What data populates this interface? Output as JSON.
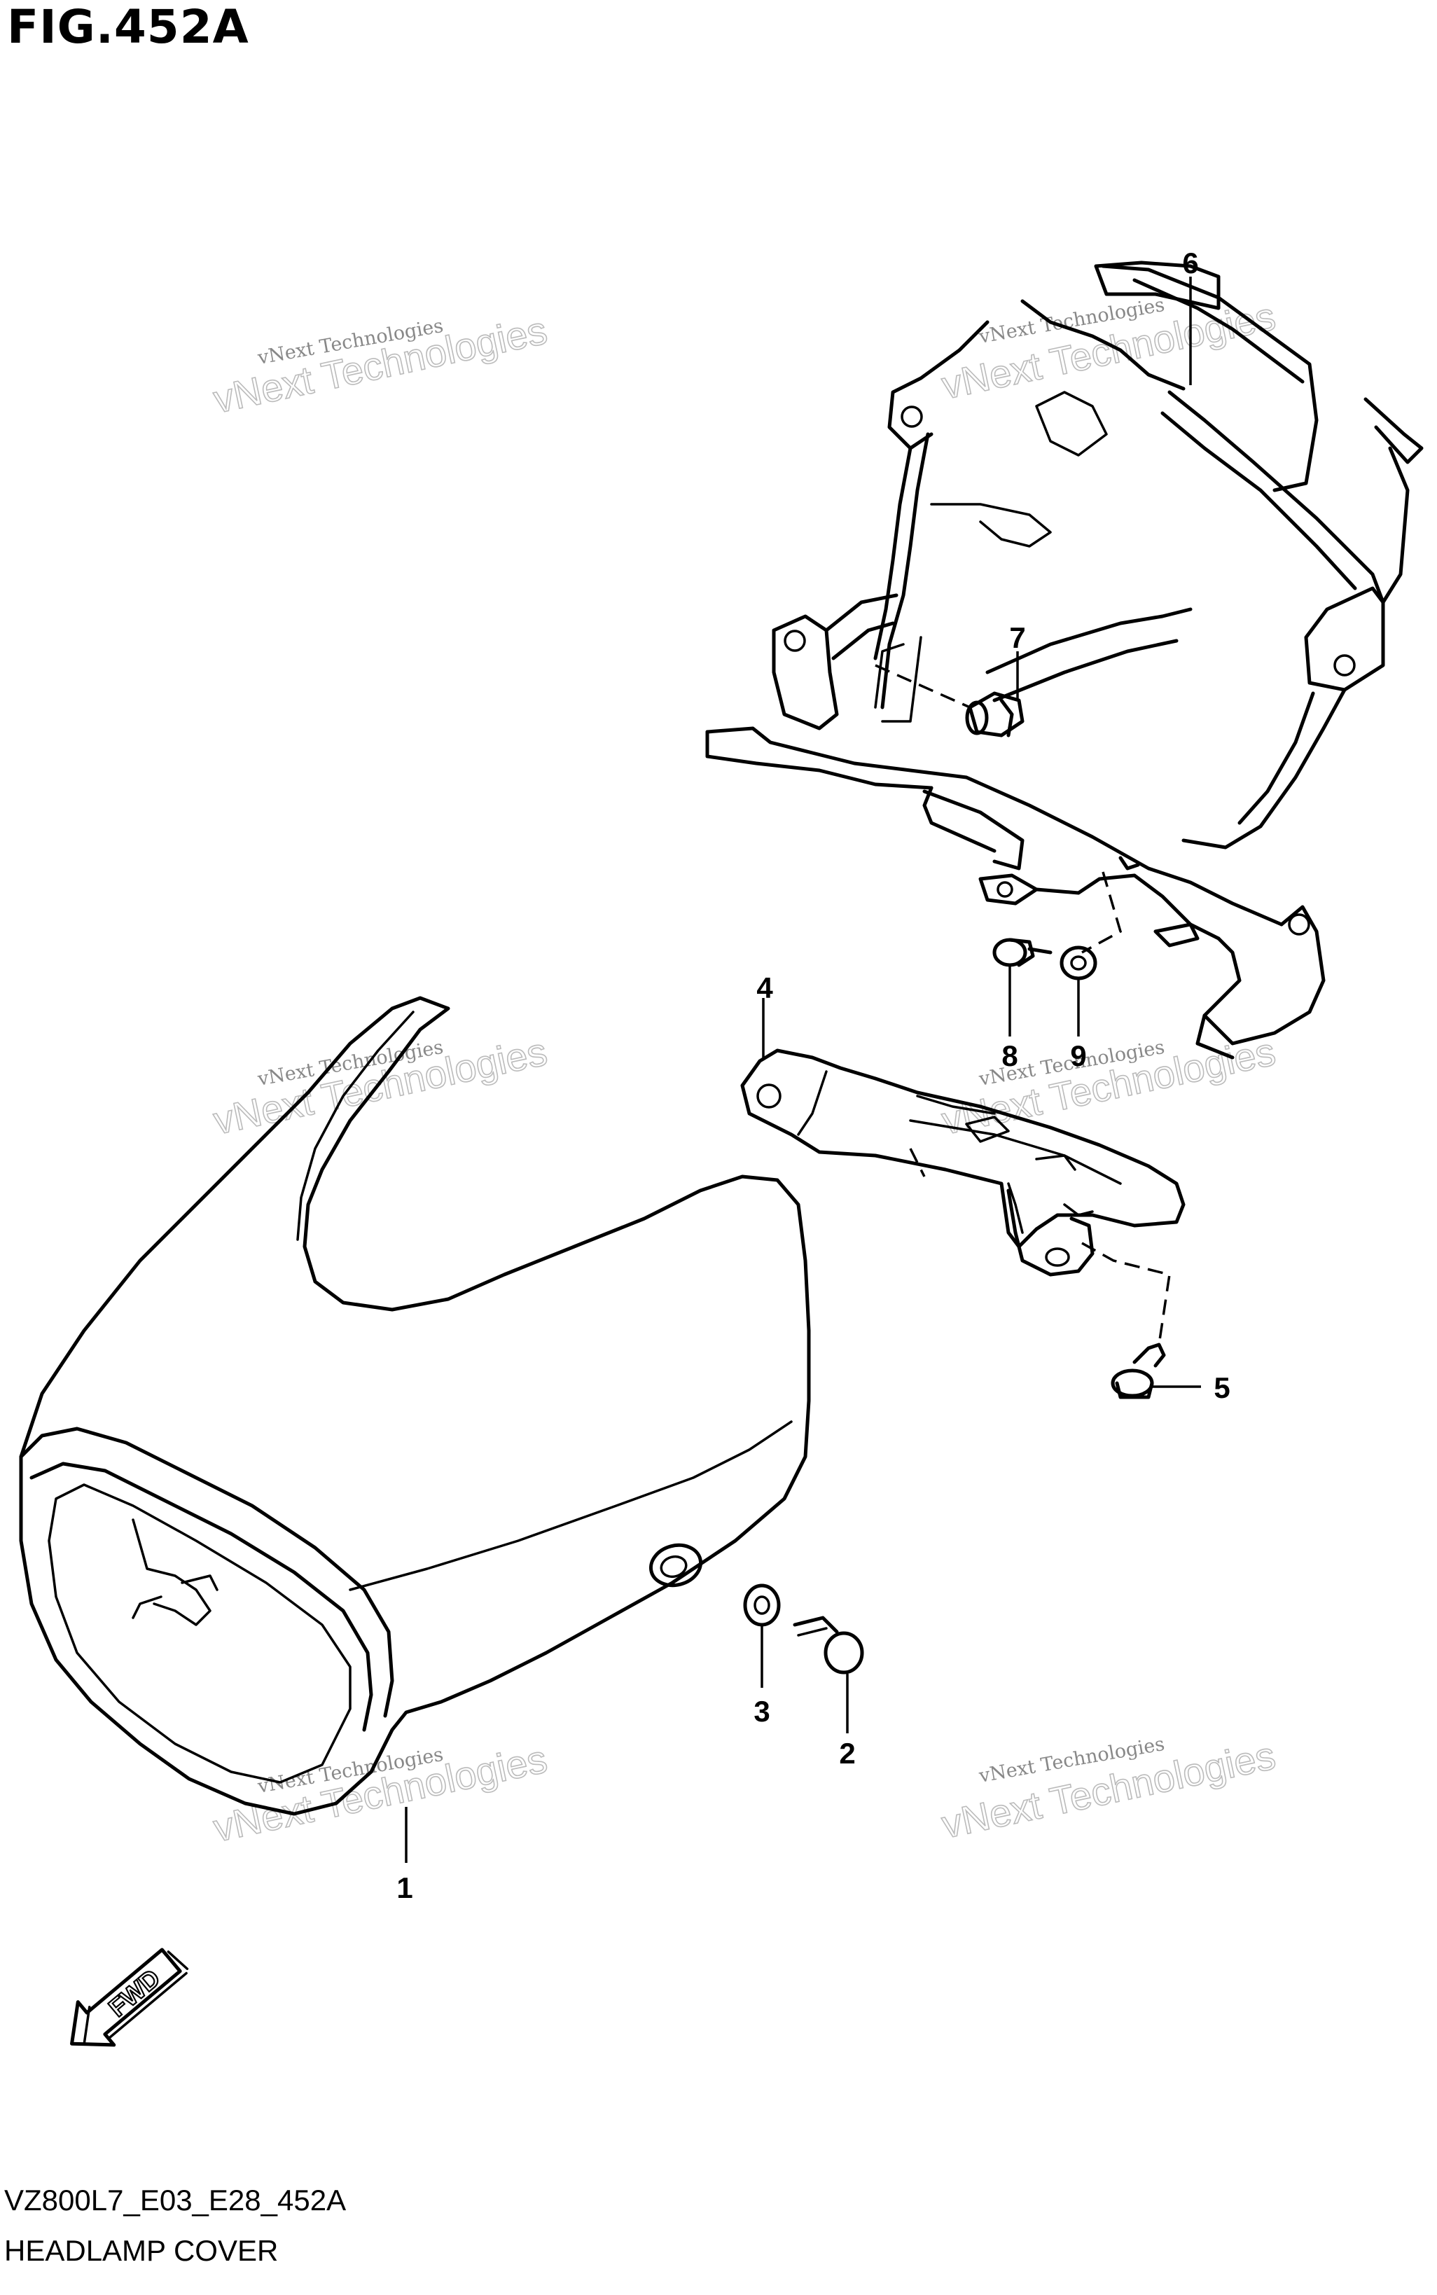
{
  "figure": {
    "title": "FIG.452A",
    "code": "VZ800L7_E03_E28_452A",
    "name": "HEADLAMP COVER"
  },
  "fwd_label": "FWD",
  "watermark": {
    "small": "vNext Technologies",
    "large": "vNext Technologies"
  },
  "callouts": [
    "1",
    "2",
    "3",
    "4",
    "5",
    "6",
    "7",
    "8",
    "9"
  ]
}
